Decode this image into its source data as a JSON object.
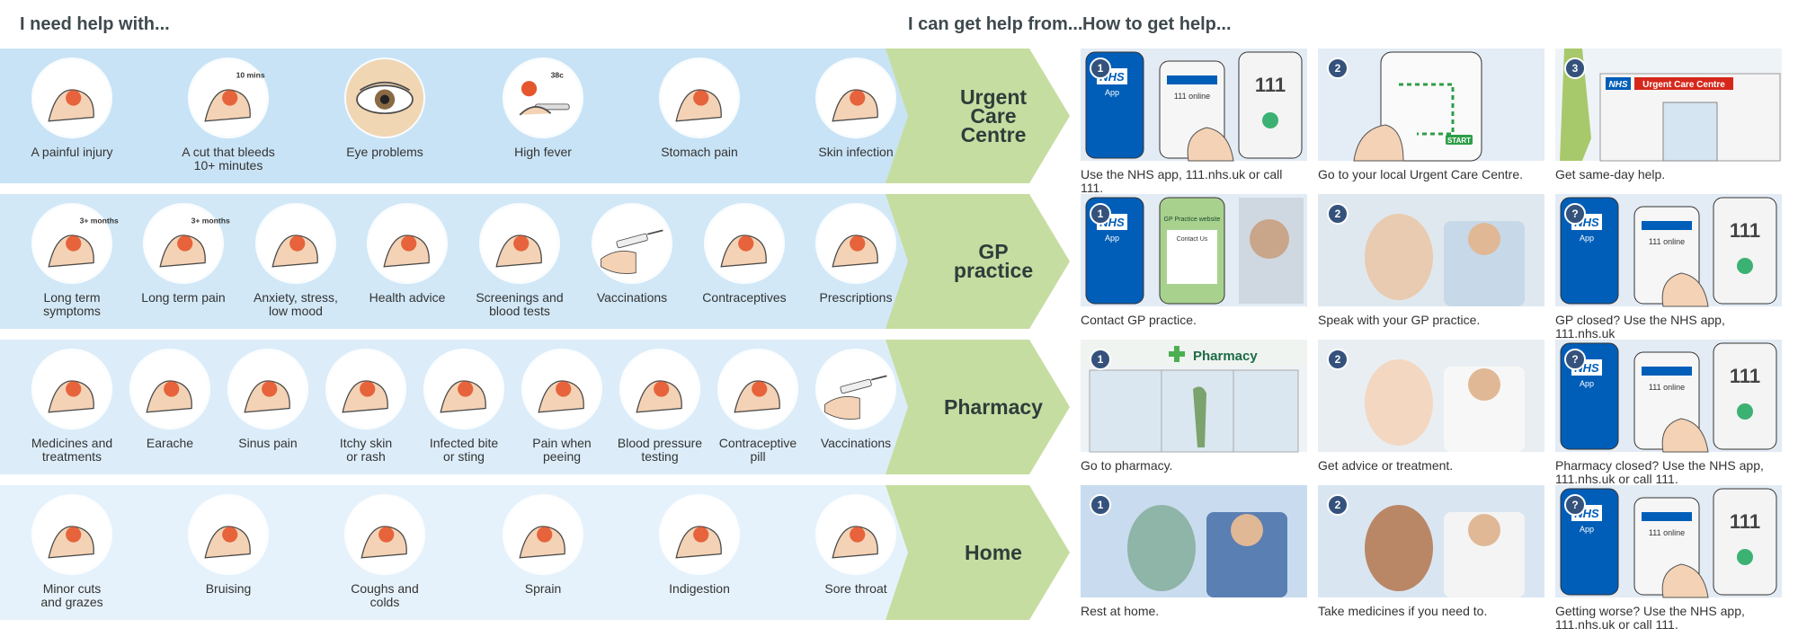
{
  "headers": {
    "need_help": "I need help with...",
    "get_help_from": "I can get help from...",
    "how_to": "How to get help..."
  },
  "colors": {
    "band_urgent": "#c9e3f6",
    "band_gp": "#d2e8f7",
    "band_pharmacy": "#dcedf9",
    "band_home": "#e6f2fb",
    "chevron": "#c6dda1",
    "nhs_blue": "#005eb8",
    "urgent_red": "#d5281b",
    "pharmacy_green": "#1d6b45",
    "step_badge": "#34527c"
  },
  "rows": [
    {
      "destination": "Urgent\nCare\nCentre",
      "items": [
        {
          "label": "A painful injury",
          "icon": "painful-injury-icon"
        },
        {
          "label": "A cut that bleeds\n10+ minutes",
          "icon": "bleeding-cut-icon",
          "badge": "10 mins"
        },
        {
          "label": "Eye problems",
          "icon": "eye-icon"
        },
        {
          "label": "High fever",
          "icon": "thermometer-icon",
          "badge": "38c"
        },
        {
          "label": "Stomach pain",
          "icon": "stomach-icon"
        },
        {
          "label": "Skin infection",
          "icon": "skin-infection-icon"
        }
      ],
      "steps": [
        {
          "number": "1",
          "caption": "Use the NHS app, 111.nhs.uk or call 111.",
          "icon": "phones-icon",
          "nhs": "NHS",
          "app": "App",
          "online": "111 online",
          "call": "111"
        },
        {
          "number": "2",
          "caption": "Go to your local Urgent Care Centre.",
          "icon": "map-phone-icon",
          "start": "START"
        },
        {
          "number": "3",
          "caption": "Get same-day help.",
          "icon": "urgent-care-building-icon",
          "nhs": "NHS",
          "sign": "Urgent Care Centre"
        }
      ]
    },
    {
      "destination": "GP\npractice",
      "items": [
        {
          "label": "Long term\nsymptoms",
          "icon": "long-term-symptoms-icon",
          "badge": "3+ months"
        },
        {
          "label": "Long term pain",
          "icon": "long-term-pain-icon",
          "badge": "3+ months"
        },
        {
          "label": "Anxiety, stress,\nlow mood",
          "icon": "anxiety-icon"
        },
        {
          "label": "Health advice",
          "icon": "health-advice-icon"
        },
        {
          "label": "Screenings and\nblood tests",
          "icon": "clipboard-icon"
        },
        {
          "label": "Vaccinations",
          "icon": "syringe-icon"
        },
        {
          "label": "Contraceptives",
          "icon": "contraceptives-icon"
        },
        {
          "label": "Prescriptions",
          "icon": "prescription-icon"
        }
      ],
      "steps": [
        {
          "number": "1",
          "caption": "Contact GP practice.",
          "icon": "contact-gp-icon",
          "nhs": "NHS",
          "app": "App",
          "site": "GP Practice website",
          "contact": "Contact Us"
        },
        {
          "number": "2",
          "caption": "Speak with your GP practice.",
          "icon": "speak-gp-icon"
        },
        {
          "number": "?",
          "caption": "GP closed? Use the NHS app, 111.nhs.uk\nor call 111.",
          "icon": "phones-icon",
          "nhs": "NHS",
          "app": "App",
          "online": "111 online",
          "call": "111"
        }
      ]
    },
    {
      "destination": "Pharmacy",
      "items": [
        {
          "label": "Medicines and\ntreatments",
          "icon": "medicines-icon"
        },
        {
          "label": "Earache",
          "icon": "ear-icon"
        },
        {
          "label": "Sinus pain",
          "icon": "sinus-icon"
        },
        {
          "label": "Itchy skin\nor rash",
          "icon": "rash-icon"
        },
        {
          "label": "Infected bite\nor sting",
          "icon": "wasp-icon"
        },
        {
          "label": "Pain when\npeeing",
          "icon": "toilet-icon"
        },
        {
          "label": "Blood pressure\ntesting",
          "icon": "blood-pressure-icon"
        },
        {
          "label": "Contraceptive\npill",
          "icon": "pill-pack-icon"
        },
        {
          "label": "Vaccinations",
          "icon": "syringe-icon"
        }
      ],
      "steps": [
        {
          "number": "1",
          "caption": "Go to pharmacy.",
          "icon": "pharmacy-building-icon",
          "sign": "Pharmacy"
        },
        {
          "number": "2",
          "caption": "Get advice or treatment.",
          "icon": "pharmacist-icon"
        },
        {
          "number": "?",
          "caption": "Pharmacy closed? Use the NHS app,\n111.nhs.uk or call 111.",
          "icon": "phones-icon",
          "nhs": "NHS",
          "app": "App",
          "online": "111 online",
          "call": "111"
        }
      ]
    },
    {
      "destination": "Home",
      "items": [
        {
          "label": "Minor cuts\nand grazes",
          "icon": "knee-icon"
        },
        {
          "label": "Bruising",
          "icon": "bruise-icon"
        },
        {
          "label": "Coughs and\ncolds",
          "icon": "tissue-icon"
        },
        {
          "label": "Sprain",
          "icon": "ankle-icon"
        },
        {
          "label": "Indigestion",
          "icon": "indigestion-icon"
        },
        {
          "label": "Sore throat",
          "icon": "sore-throat-icon"
        }
      ],
      "steps": [
        {
          "number": "1",
          "caption": "Rest at home.",
          "icon": "resting-icon"
        },
        {
          "number": "2",
          "caption": "Take medicines if you need to.",
          "icon": "taking-pill-icon"
        },
        {
          "number": "?",
          "caption": "Getting worse? Use the NHS app,\n111.nhs.uk or call 111.",
          "icon": "phones-icon",
          "nhs": "NHS",
          "app": "App",
          "online": "111 online",
          "call": "111"
        }
      ]
    }
  ]
}
